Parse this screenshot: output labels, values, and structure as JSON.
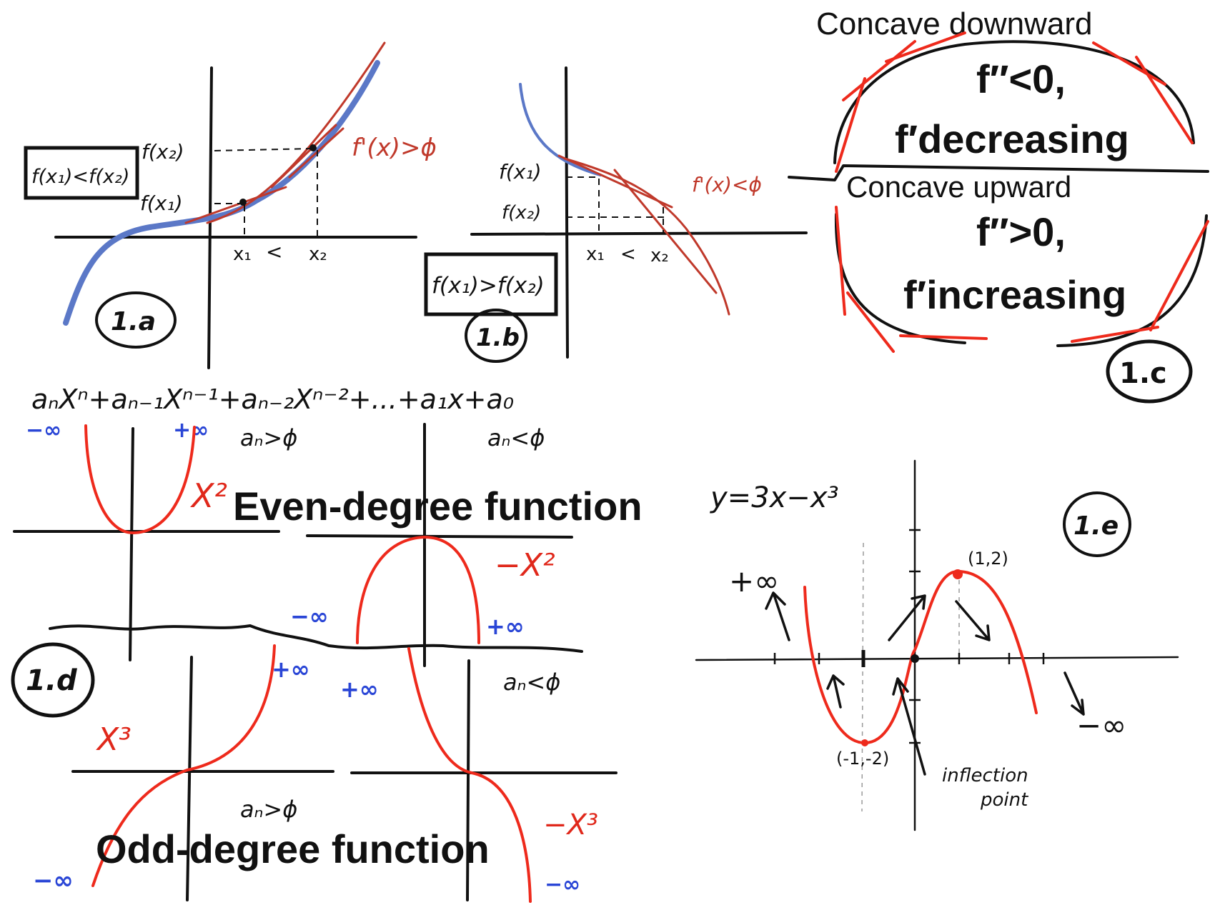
{
  "panel_a": {
    "badge": "1.a",
    "box_label": "f(x₁)<f(x₂)",
    "f_x2": "f(x₂)",
    "f_x1": "f(x₁)",
    "derivative": "f'(x)>ϕ",
    "x1": "x₁",
    "lt": "<",
    "x2": "x₂"
  },
  "panel_b": {
    "badge": "1.b",
    "box_label": "f(x₁)>f(x₂)",
    "f_x1": "f(x₁)",
    "f_x2": "f(x₂)",
    "derivative": "f'(x)<ϕ",
    "x1": "x₁",
    "lt": "<",
    "x2": "x₂"
  },
  "panel_c": {
    "badge": "1.c",
    "down_title": "Concave downward",
    "down_line1": "f″<0,",
    "down_line2": "f′decreasing",
    "up_title": "Concave upward",
    "up_line1": "f″>0,",
    "up_line2": "f′increasing"
  },
  "panel_d": {
    "badge": "1.d",
    "polynomial": "aₙXⁿ+aₙ₋₁Xⁿ⁻¹+aₙ₋₂Xⁿ⁻²+...+a₁x+a₀",
    "even_title": "Even-degree function",
    "odd_title": "Odd-degree function",
    "an_pos": "aₙ>ϕ",
    "an_neg": "aₙ<ϕ",
    "an_neg_2": "aₙ<ϕ",
    "an_pos_2": "aₙ>ϕ",
    "x2": "X²",
    "neg_x2": "−X²",
    "x3": "X³",
    "neg_x3": "−X³",
    "neg_inf_1": "−∞",
    "pos_inf_1": "+∞",
    "neg_inf_2": "−∞",
    "pos_inf_2": "+∞",
    "pos_inf_3": "+∞",
    "pos_inf_4": "+∞",
    "neg_inf_3": "−∞",
    "neg_inf_4": "−∞"
  },
  "panel_e": {
    "badge": "1.e",
    "equation": "y=3x−x³",
    "max_label": "(1,2)",
    "min_label": "(-1,-2)",
    "pos_inf": "+∞",
    "neg_inf": "−∞",
    "inflection_1": "inflection",
    "inflection_2": "point"
  },
  "colors": {
    "ink": "#111111",
    "red": "#ee2a1c",
    "blue": "#2a46d6",
    "curve_blue": "#5b78c7"
  }
}
